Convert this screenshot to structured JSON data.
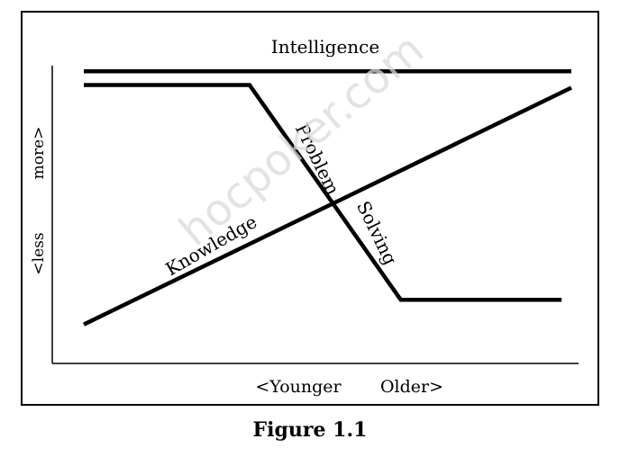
{
  "figure": {
    "caption": "Figure 1.1",
    "watermark": "hocpoker.com"
  },
  "chart_data": {
    "type": "line",
    "title": "",
    "xlabel_left": "<Younger",
    "xlabel_right": "Older>",
    "ylabel_bottom": "<less",
    "ylabel_top": "more>",
    "x_range": [
      0,
      1
    ],
    "y_range": [
      0,
      1
    ],
    "grid": false,
    "legend": "none",
    "series": [
      {
        "name": "Intelligence",
        "x": [
          0.0,
          1.0
        ],
        "y": [
          0.97,
          0.97
        ]
      },
      {
        "name": "Problem Solving",
        "x": [
          0.0,
          0.34,
          0.65,
          0.98
        ],
        "y": [
          0.92,
          0.92,
          0.14,
          0.14
        ]
      },
      {
        "name": "Knowledge",
        "x": [
          0.0,
          1.0
        ],
        "y": [
          0.05,
          0.91
        ]
      }
    ]
  }
}
